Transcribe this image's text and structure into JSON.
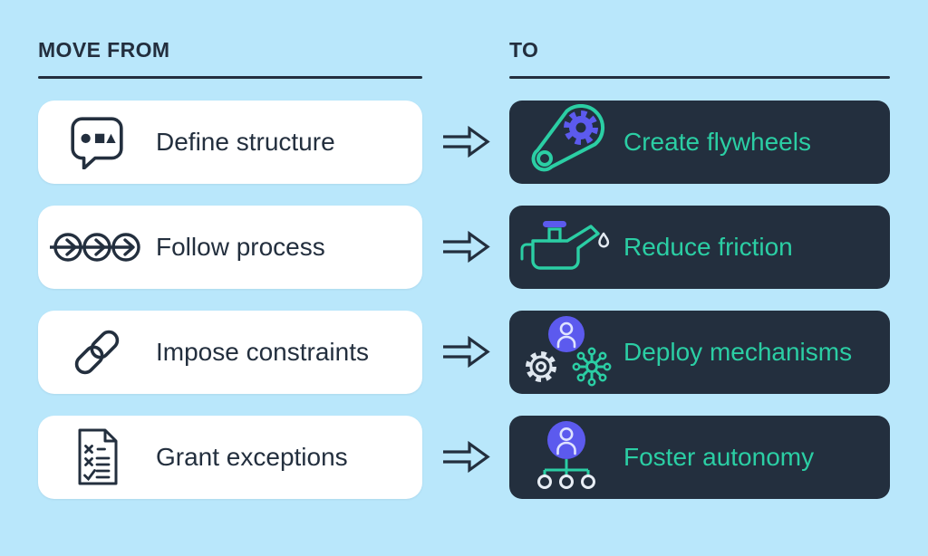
{
  "title": "Move from / To comparison diagram",
  "columns": {
    "from_heading": "MOVE FROM",
    "to_heading": "TO"
  },
  "rows": [
    {
      "from_label": "Define structure",
      "from_icon": "speech-bubble-shapes-icon",
      "to_label": "Create flywheels",
      "to_icon": "flywheel-gear-icon"
    },
    {
      "from_label": "Follow process",
      "from_icon": "process-steps-icon",
      "to_label": "Reduce friction",
      "to_icon": "oil-can-icon"
    },
    {
      "from_label": "Impose constraints",
      "from_icon": "chain-link-icon",
      "to_label": "Deploy mechanisms",
      "to_icon": "gear-person-network-icon"
    },
    {
      "from_label": "Grant exceptions",
      "from_icon": "checklist-document-icon",
      "to_label": "Foster autonomy",
      "to_icon": "org-chart-person-icon"
    }
  ],
  "colors": {
    "background": "#b9e7fb",
    "card_light": "#ffffff",
    "card_dark": "#232f3e",
    "navy": "#232f3e",
    "teal": "#2bcea4",
    "purple": "#5c5aee",
    "light_stroke": "#e4ebf2"
  }
}
